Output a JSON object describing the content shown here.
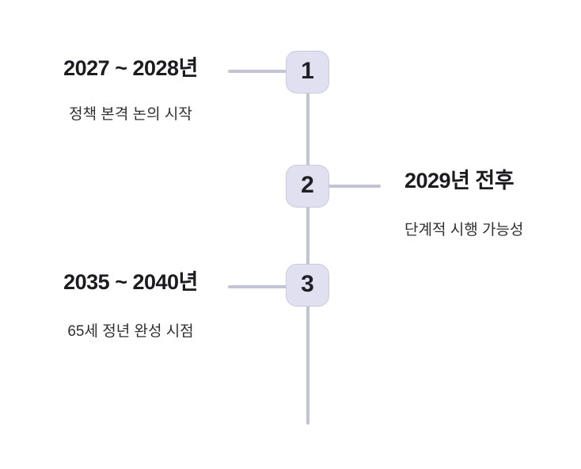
{
  "timeline": {
    "items": [
      {
        "number": "1",
        "side": "left",
        "title": "2027 ~ 2028년",
        "description": "정책 본격 논의 시작"
      },
      {
        "number": "2",
        "side": "right",
        "title": "2029년 전후",
        "description": "단계적 시행 가능성"
      },
      {
        "number": "3",
        "side": "left",
        "title": "2035 ~ 2040년",
        "description": "65세 정년 완성 시점"
      }
    ],
    "colors": {
      "node_fill": "#e0e0f0",
      "node_border": "#c9c9df",
      "line": "#c3c3d6",
      "number_text": "#1f1f24",
      "title_text": "#1b1b20",
      "description_text": "#2f2f35",
      "background": "#ffffff"
    }
  }
}
